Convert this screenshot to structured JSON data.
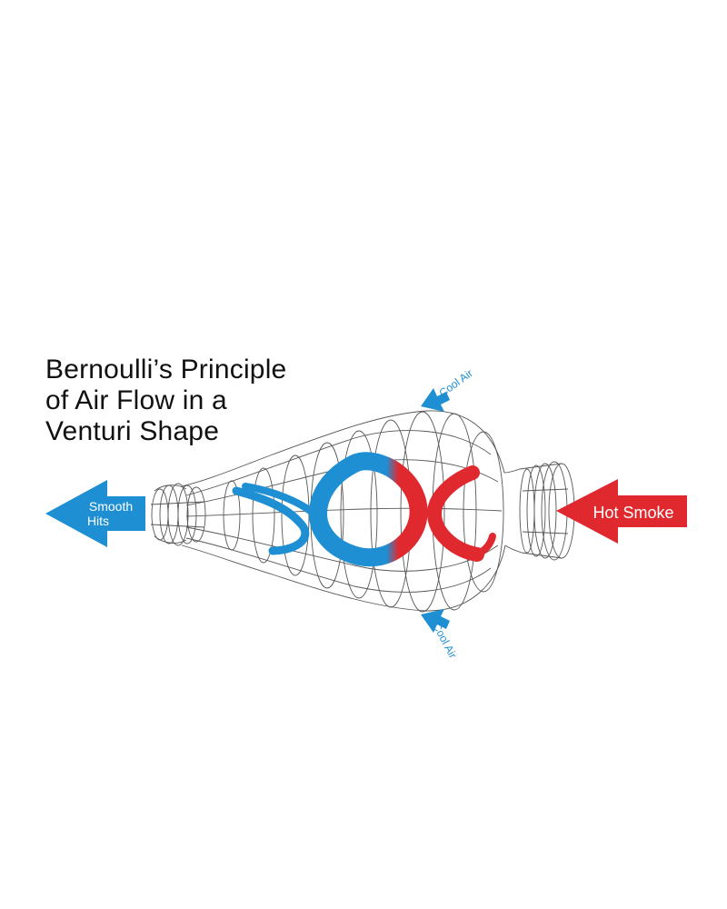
{
  "title": {
    "line1": "Bernoulli’s Principle",
    "line2": "of Air Flow in a",
    "line3": "Venturi Shape"
  },
  "labels": {
    "smooth_line1": "Smooth",
    "smooth_line2": "Hits",
    "hot_smoke": "Hot Smoke",
    "cool_air_top": "Cool Air",
    "cool_air_bottom": "Cool Air"
  },
  "colors": {
    "blue": "#1f8fd3",
    "red": "#e0292f",
    "wire": "#3a3a3a",
    "text": "#111111"
  }
}
